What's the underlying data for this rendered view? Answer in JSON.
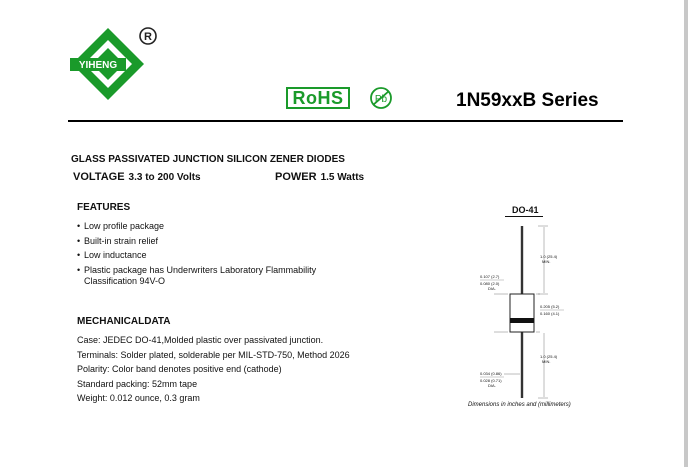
{
  "brand": {
    "name": "YIHENG",
    "registered": "®"
  },
  "badges": {
    "rohs": "RoHS",
    "pb": "Pb"
  },
  "header": {
    "series": "1N59xxB Series"
  },
  "subtitle": "GLASS PASSIVATED JUNCTION SILICON ZENER DIODES",
  "specs": {
    "voltage_label": "VOLTAGE",
    "voltage_value": "3.3 to 200 Volts",
    "power_label": "POWER",
    "power_value": "1.5 Watts"
  },
  "features": {
    "heading": "FEATURES",
    "items": [
      "Low profile package",
      "Built-in strain relief",
      "Low inductance",
      "Plastic package has Underwriters Laboratory Flammability",
      "Classification 94V-O"
    ]
  },
  "mechanical": {
    "heading": "MECHANICALDATA",
    "items": [
      "Case: JEDEC DO-41,Molded plastic over passivated junction.",
      "Terminals: Solder plated, solderable per MIL-STD-750, Method 2026",
      "Polarity: Color band denotes positive end (cathode)",
      "Standard packing: 52mm tape",
      "Weight: 0.012 ounce, 0.3 gram"
    ]
  },
  "package": {
    "name": "DO-41",
    "dims": {
      "lead_top": "1.0 (25.4)",
      "lead_top_min": "MIN.",
      "body_dia_max": "0.107 (2.7)",
      "body_dia_min": "0.080 (2.0)",
      "body_dia_label": "DIA.",
      "body_len_max": "0.205 (5.2)",
      "body_len_min": "0.160 (4.1)",
      "lead_bottom": "1.0 (25.4)",
      "lead_bottom_min": "MIN.",
      "lead_dia_max": "0.034 (0.86)",
      "lead_dia_min": "0.028 (0.71)",
      "lead_dia_label": "DIA."
    },
    "caption": "Dimensions in inches and (millimeters)"
  }
}
